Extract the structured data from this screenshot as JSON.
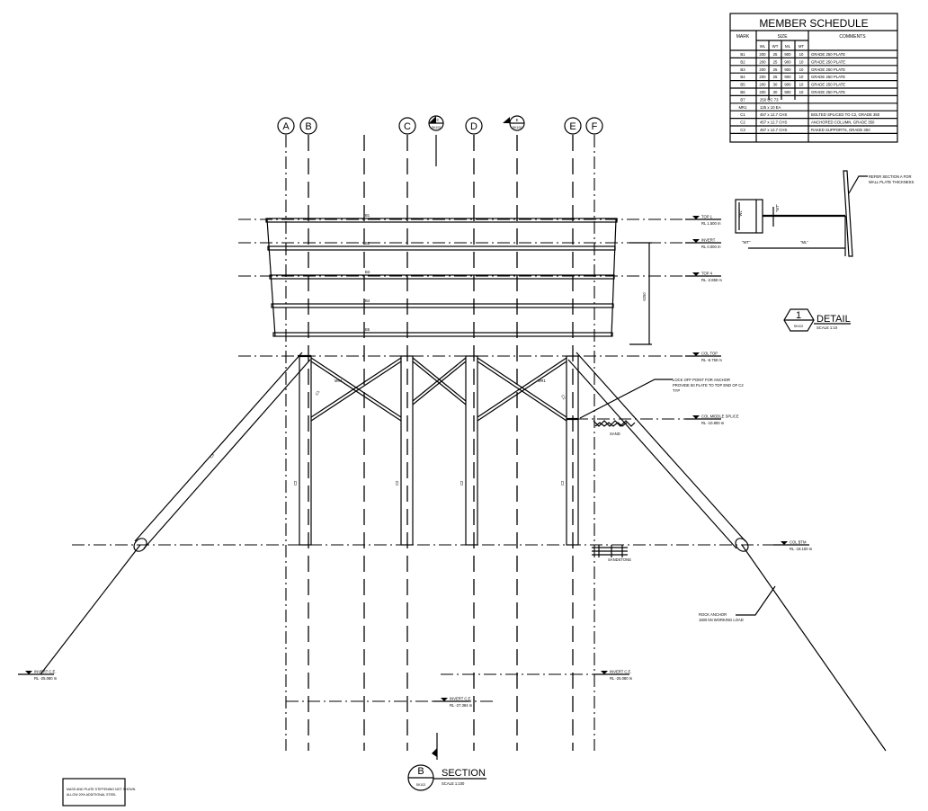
{
  "schedule": {
    "title": "MEMBER SCHEDULE",
    "h_mark": "MARK",
    "h_size": "SIZE",
    "h_comments": "COMMENTS",
    "sub": [
      "WL",
      "WT",
      "ML",
      "MT"
    ],
    "rows": [
      {
        "mark": "B1",
        "wl": "200",
        "wt": "25",
        "ml": "900",
        "mt": "10",
        "comment": "GRADE 250 PLATE"
      },
      {
        "mark": "B2",
        "wl": "200",
        "wt": "25",
        "ml": "900",
        "mt": "10",
        "comment": "GRADE 250 PLATE"
      },
      {
        "mark": "B3",
        "wl": "200",
        "wt": "25",
        "ml": "900",
        "mt": "10",
        "comment": "GRADE 250 PLATE"
      },
      {
        "mark": "B4",
        "wl": "200",
        "wt": "25",
        "ml": "900",
        "mt": "10",
        "comment": "GRADE 250 PLATE"
      },
      {
        "mark": "B5",
        "wl": "200",
        "wt": "30",
        "ml": "900",
        "mt": "10",
        "comment": "GRADE 250 PLATE"
      },
      {
        "mark": "B6",
        "wl": "200",
        "wt": "30",
        "ml": "900",
        "mt": "10",
        "comment": "GRADE 250 PLATE"
      }
    ],
    "rows2": [
      {
        "mark": "B7",
        "size": "250 UC 73",
        "comment": ""
      },
      {
        "mark": "MR1",
        "size": "125 x 10 EA",
        "comment": ""
      },
      {
        "mark": "C1",
        "size": "457 x 12.7 CHS",
        "comment": "BOLTED SPLICED TO C2, GRADE 350"
      },
      {
        "mark": "C2",
        "size": "457 x 12.7 CHS",
        "comment": "ANCHORED COLUMN, GRADE 350"
      },
      {
        "mark": "C3",
        "size": "457 x 12.7 CHS",
        "comment": "RAKED SUPPORTS, GRADE 350"
      }
    ]
  },
  "grid": {
    "A": "A",
    "B": "B",
    "C": "C",
    "D": "D",
    "E": "E",
    "F": "F"
  },
  "section_markers": {
    "c_letter": "C",
    "c_sheet": "SK102",
    "e_letter": "E",
    "e_sheet": "SK102"
  },
  "levels": {
    "top1": {
      "name": "TOP 1",
      "rl": "RL 1.500 m"
    },
    "invert": {
      "name": "INVERT",
      "rl": "RL 0.000 m"
    },
    "top4": {
      "name": "TOP 4",
      "rl": "RL -2.850 m"
    },
    "coltop": {
      "name": "COL TOP",
      "rl": "RL -6.750 m"
    },
    "colmid": {
      "name": "COL MIDDLE SPLICE",
      "rl": "RL -10.800 m"
    },
    "colbtm": {
      "name": "COL BTM",
      "rl": "RL -18.100 m"
    },
    "ce_left": {
      "name": "INVERT C.E.",
      "rl": "RL -25.080 m"
    },
    "ce_right": {
      "name": "INVERT C.E.",
      "rl": "RL -25.080 m"
    },
    "ce_mid": {
      "name": "INVERT C.E.",
      "rl": "RL -27.384 m"
    }
  },
  "dimension": "6250",
  "members": {
    "b1": "B1",
    "b2": "B2",
    "b3": "B3",
    "b4": "B4",
    "b5": "B5",
    "mr": "MR1",
    "c1": "C1",
    "c2": "C2",
    "c3": "C3"
  },
  "notes": {
    "lock1": "LOCK OFF POINT FOR ANCHOR",
    "lock2": "PROVIDE 50 PLATE TO TOP END OF C2",
    "lock3": "TYP",
    "rock1": "ROCK ANCHOR",
    "rock2": "1500 kN WORKING LOAD",
    "wall1": "REFER SECTION A FOR",
    "wall2": "WALL PLATE THICKNESS",
    "sand": "SAND",
    "sandstone": "SANDSTONE",
    "box1": "MASS AND PLATE STIFFENING NOT SHOWN",
    "box2": "ALLOW 20% ADDITIONAL STEEL"
  },
  "detail": {
    "num": "1",
    "sheet": "SK102",
    "title": "DETAIL",
    "scale": "SCALE 1:10",
    "wl": "\"WL\"",
    "wt": "\"WT\"",
    "ml": "\"ML\"",
    "mt": "\"MT\""
  },
  "section": {
    "letter": "B",
    "sheet": "SK102",
    "title": "SECTION",
    "scale": "SCALE 1:100"
  }
}
